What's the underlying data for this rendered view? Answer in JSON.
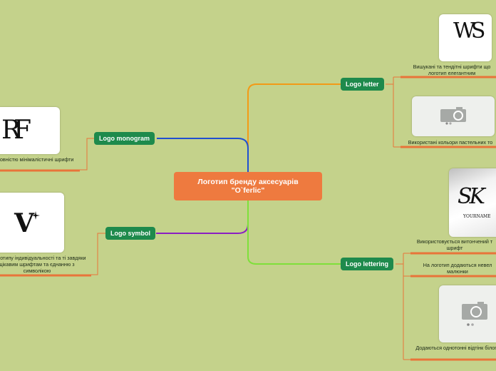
{
  "central": {
    "title": "Логотип бренду аксесуарів \"O`ferlic\""
  },
  "branches": {
    "logo_letter": "Logo letter",
    "logo_monogram": "Logo monogram",
    "logo_symbol": "Logo symbol",
    "logo_lettering": "Logo lettering"
  },
  "leaves": {
    "letter_fonts": "Вишукані та тендітні шрифти що  логотип елегантним",
    "letter_colors": "Використані кольори пастельних то",
    "monogram_fonts": "ся повністю мінімалістичні шрифти",
    "symbol_text": "о логотипу індивідуальності та ті завдяки цікавим шрифтам та єднанню з символікою",
    "lettering_font": "Використовується витончений т шрифт",
    "lettering_drawings": "На логотип додаються невел малюнки",
    "lettering_shades": "Додаються однотонні відтінк білого"
  },
  "images": {
    "ws_logo": "WS",
    "rf_logo": "RF",
    "v_logo": "V",
    "sk_logo": "SK",
    "sk_sub": "YOURNAME"
  },
  "icons": {
    "placeholder": "camera-icon"
  },
  "colors": {
    "background": "#c4d28b",
    "central": "#ee7a3f",
    "branch": "#1e8a4c",
    "underline": "#e8743a"
  }
}
